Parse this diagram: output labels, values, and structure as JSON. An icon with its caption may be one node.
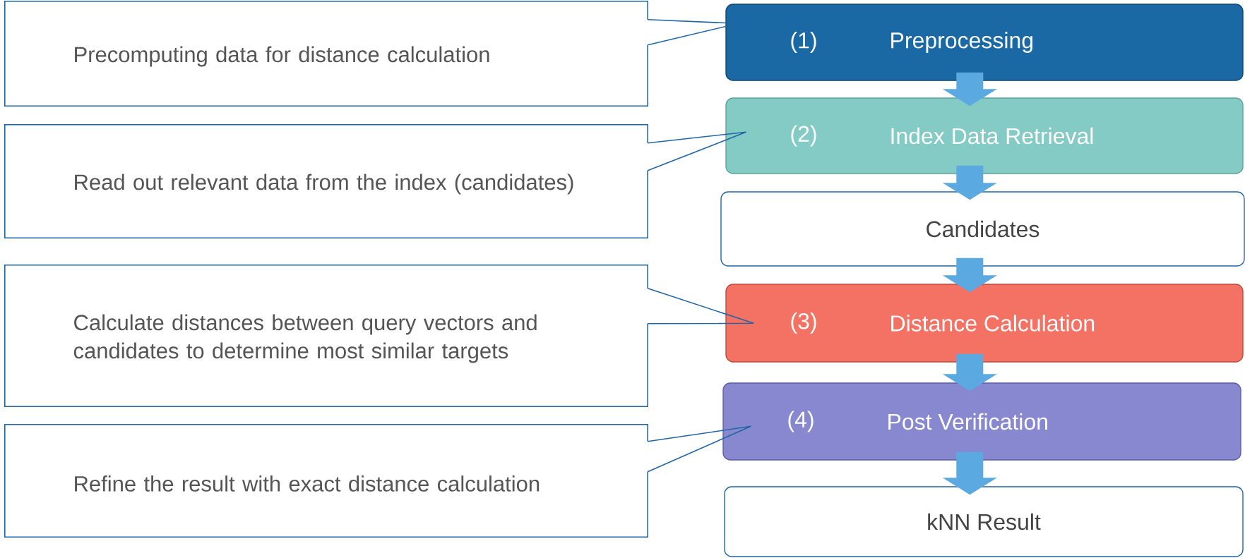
{
  "diagram": {
    "nodes": [
      {
        "text": [
          "Precomputing data for distance calculation"
        ]
      },
      {
        "text": [
          "(1)",
          "Preprocessing"
        ]
      },
      {
        "text": [
          "Read out relevant data from the index (candidates)"
        ]
      },
      {
        "text": [
          "(2)",
          "Index Data Retrieval"
        ]
      },
      {
        "text": [
          "Candidates"
        ]
      },
      {
        "text": [
          "Calculate distances between query vectors and candidates to determine most similar targets"
        ]
      },
      {
        "text": [
          "(3)",
          "Distance Calculation"
        ]
      },
      {
        "text": [
          "Refine the result with exact distance calculation"
        ]
      },
      {
        "text": [
          "(4)",
          "Post Verification"
        ]
      },
      {
        "text": [
          "kNN Result"
        ]
      }
    ],
    "edges": [
      {
        "from": 0,
        "to": 1,
        "arrow": "none"
      },
      {
        "from": 2,
        "to": 3,
        "arrow": "none"
      },
      {
        "from": 5,
        "to": 6,
        "arrow": "none"
      },
      {
        "from": 7,
        "to": 8,
        "arrow": "none"
      },
      {
        "from": 1,
        "to": 3,
        "arrow": "to"
      },
      {
        "from": 3,
        "to": 4,
        "arrow": "to"
      },
      {
        "from": 4,
        "to": 6,
        "arrow": "to"
      },
      {
        "from": 6,
        "to": 8,
        "arrow": "to"
      },
      {
        "from": 8,
        "to": 9,
        "arrow": "to"
      }
    ]
  }
}
